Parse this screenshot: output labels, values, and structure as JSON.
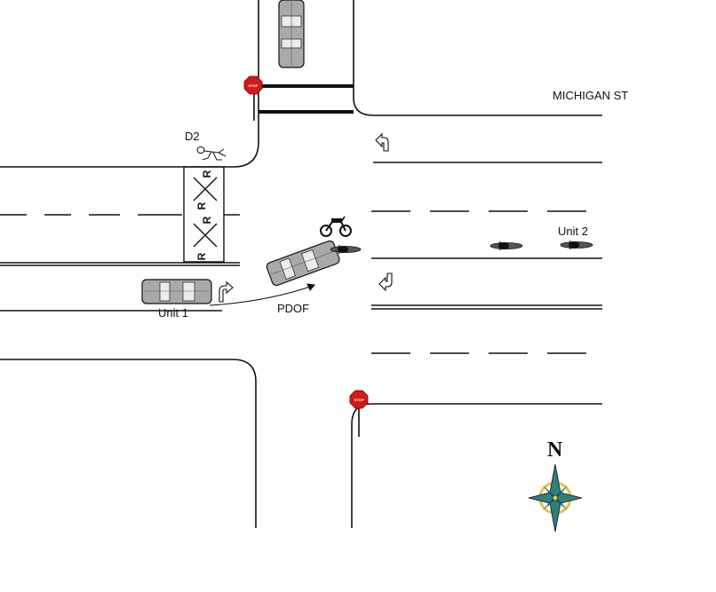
{
  "street_label": "MICHIGAN ST",
  "labels": {
    "d2": "D2",
    "unit1": "Unit 1",
    "unit2": "Unit 2",
    "pdof": "PDOF"
  },
  "railroad_marks": [
    "R",
    "R",
    "R",
    "R"
  ],
  "stop_sign_text": "STOP",
  "compass": {
    "north_letter": "N"
  },
  "colors": {
    "stop_sign": "#d11a1a",
    "vehicle_body": "#a9a9a9",
    "compass_teal": "#2f7f7f",
    "compass_gold": "#e3c24a"
  }
}
